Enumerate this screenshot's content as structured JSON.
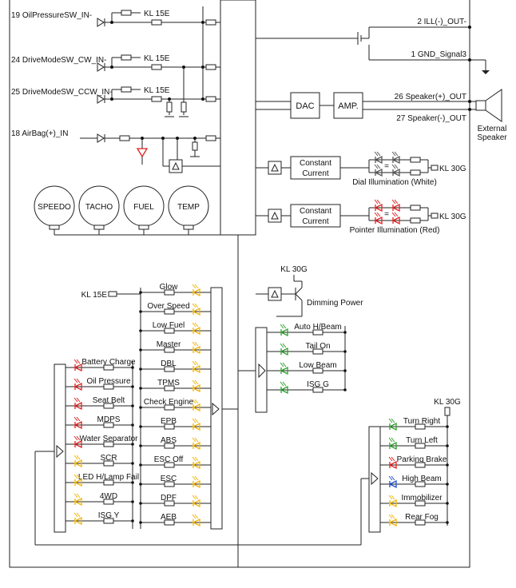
{
  "inputs": [
    {
      "label": "19 OilPressureSW_IN-",
      "supply": "KL 15E"
    },
    {
      "label": "24 DriveModeSW_CW_IN-",
      "supply": "KL 15E"
    },
    {
      "label": "25 DriveModeSW_CCW_IN-",
      "supply": "KL 15E"
    },
    {
      "label": "18 AirBag(+)_IN",
      "supply": ""
    }
  ],
  "outputs": {
    "ill": "2 ILL(-)_OUT-",
    "gnd": "1 GND_Signal3",
    "spk_pos": "26 Speaker(+)_OUT",
    "spk_neg": "27 Speaker(-)_OUT",
    "speaker_label": [
      "External",
      "Speaker"
    ]
  },
  "audio": {
    "dac": "DAC",
    "amp": "AMP."
  },
  "gauges": [
    "SPEEDO",
    "TACHO",
    "FUEL",
    "TEMP"
  ],
  "illumination": [
    {
      "driver": [
        "Constant",
        "Current"
      ],
      "caption": "Dial Illumination (White)",
      "supply": "KL 30G",
      "color": "#555555"
    },
    {
      "driver": [
        "Constant",
        "Current"
      ],
      "caption": "Pointer Illumination (Red)",
      "supply": "KL 30G",
      "color": "#e02020"
    }
  ],
  "center_group": {
    "supply": "KL 15E",
    "items": [
      "Glow",
      "Over Speed",
      "Low Fuel",
      "Master",
      "DBL",
      "TPMS",
      "Check Engine",
      "EPB",
      "ABS",
      "ESC Off",
      "ESC",
      "DPF",
      "AEB"
    ],
    "led_color": "#f0b400"
  },
  "left_group": {
    "items": [
      {
        "label": "Battery Charge",
        "color": "#e02020"
      },
      {
        "label": "Oil Pressure",
        "color": "#e02020"
      },
      {
        "label": "Seat Belt",
        "color": "#e02020"
      },
      {
        "label": "MDPS",
        "color": "#e02020"
      },
      {
        "label": "Water Separator",
        "color": "#e02020"
      },
      {
        "label": "SCR",
        "color": "#f0b400"
      },
      {
        "label": "LED H/Lamp Fail",
        "color": "#f0b400"
      },
      {
        "label": "4WD",
        "color": "#f0b400"
      },
      {
        "label": "ISG Y",
        "color": "#f0b400"
      }
    ]
  },
  "dimming": {
    "supply": "KL 30G",
    "label": "Dimming Power",
    "items": [
      {
        "label": "Auto H/Beam",
        "color": "#2ca02c"
      },
      {
        "label": "Tail On",
        "color": "#2ca02c"
      },
      {
        "label": "Low Beam",
        "color": "#2ca02c"
      },
      {
        "label": "ISG G",
        "color": "#2ca02c"
      }
    ]
  },
  "right_group": {
    "supply": "KL 30G",
    "items": [
      {
        "label": "Turn Right",
        "color": "#2ca02c"
      },
      {
        "label": "Turn Left",
        "color": "#2ca02c"
      },
      {
        "label": "Parking Brake",
        "color": "#e02020"
      },
      {
        "label": "High Beam",
        "color": "#1f4fd0"
      },
      {
        "label": "Immobilizer",
        "color": "#f0b400"
      },
      {
        "label": "Rear Fog",
        "color": "#f0b400"
      }
    ]
  },
  "airbag_led_color": "#e02020"
}
